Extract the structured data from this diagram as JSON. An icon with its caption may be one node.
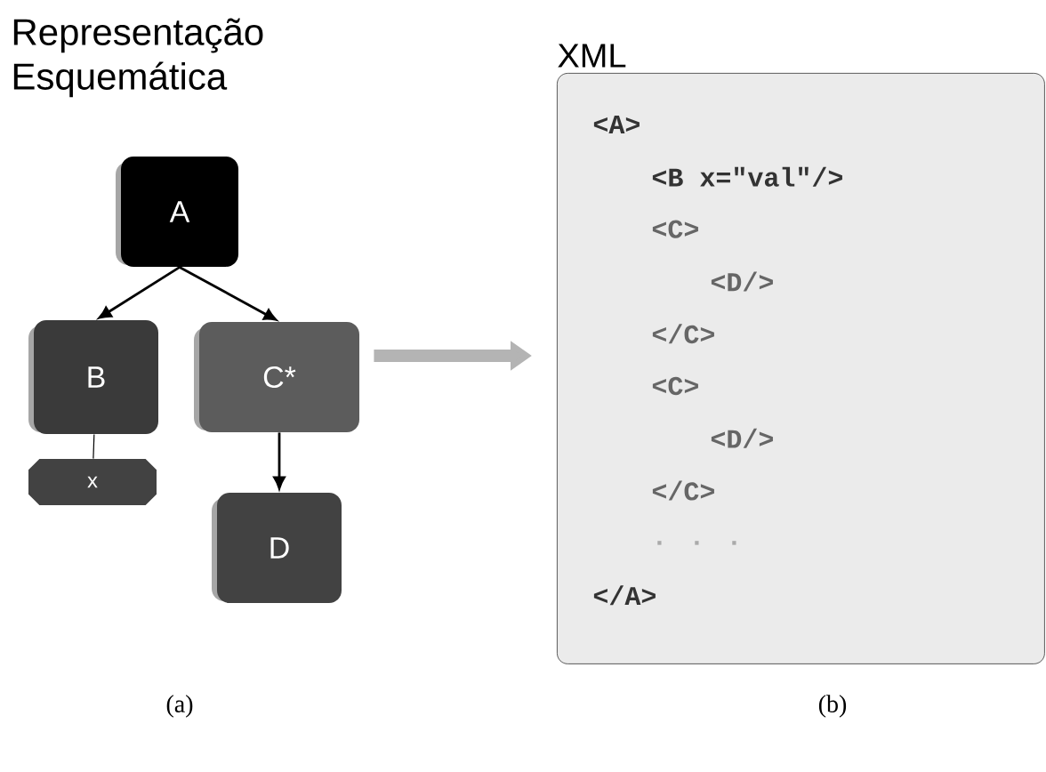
{
  "diagram": {
    "nodes": [
      {
        "text": [
          "A"
        ]
      },
      {
        "text": [
          "B"
        ]
      },
      {
        "text": [
          "C*"
        ]
      },
      {
        "text": [
          "x"
        ]
      },
      {
        "text": [
          "D"
        ]
      },
      {
        "text": [
          "XML",
          "<A>",
          "<B x=\"val\"/>",
          "<C>",
          "<D/>",
          "</C>",
          "<C>",
          "<D/>",
          "</C>",
          ". . .",
          "</A>"
        ]
      }
    ],
    "edges": [
      {
        "from": 0,
        "to": 1,
        "arrow": "to"
      },
      {
        "from": 0,
        "to": 2,
        "arrow": "to"
      },
      {
        "from": 1,
        "to": 3,
        "arrow": "none"
      },
      {
        "from": 2,
        "to": 4,
        "arrow": "to"
      },
      {
        "from": 2,
        "to": 5,
        "arrow": "to",
        "style": "thick",
        "color": "#b4b4b4"
      }
    ],
    "labels": [
      "Representação Esquemática",
      "(a)",
      "(b)"
    ]
  }
}
